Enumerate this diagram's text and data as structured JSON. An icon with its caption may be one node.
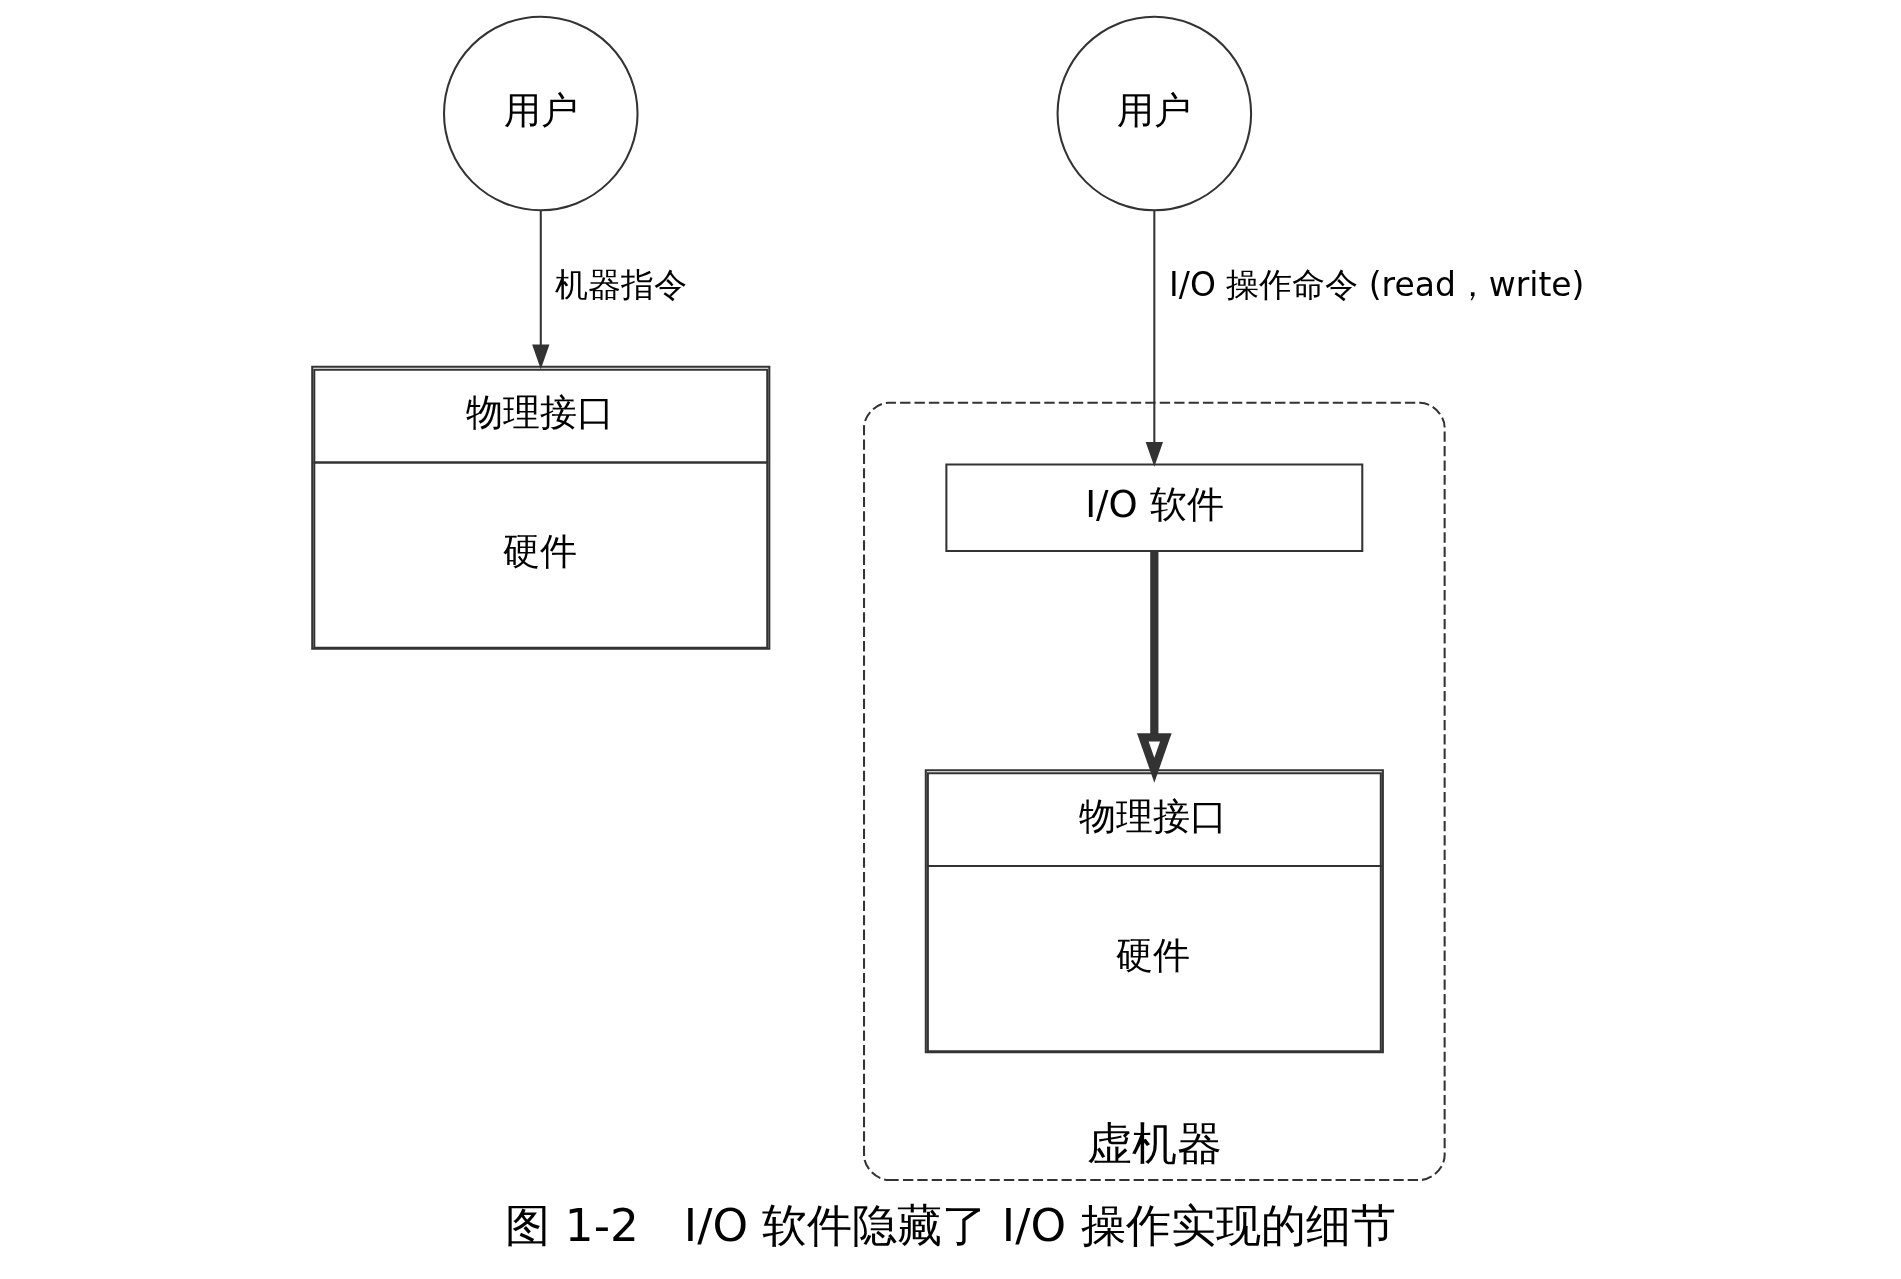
{
  "diagram": {
    "caption": "图 1-2　I/O 软件隐藏了 I/O 操作实现的细节",
    "nodes": [
      {
        "text": [
          "用户"
        ]
      },
      {
        "text": [
          "物理接口",
          "硬件"
        ]
      },
      {
        "text": [
          "用户"
        ]
      },
      {
        "text": [
          "虚机器"
        ]
      },
      {
        "text": [
          "I/O 软件"
        ],
        "in": 3
      },
      {
        "text": [
          "物理接口",
          "硬件"
        ],
        "in": 3
      }
    ],
    "edges": [
      {
        "from": 0,
        "to": 1,
        "arrow": "to",
        "label": "机器指令"
      },
      {
        "from": 2,
        "to": 4,
        "arrow": "to",
        "label": "I/O 操作命令 (read，write)"
      },
      {
        "from": 4,
        "to": 5,
        "arrow": "to",
        "style": "thick"
      }
    ]
  }
}
